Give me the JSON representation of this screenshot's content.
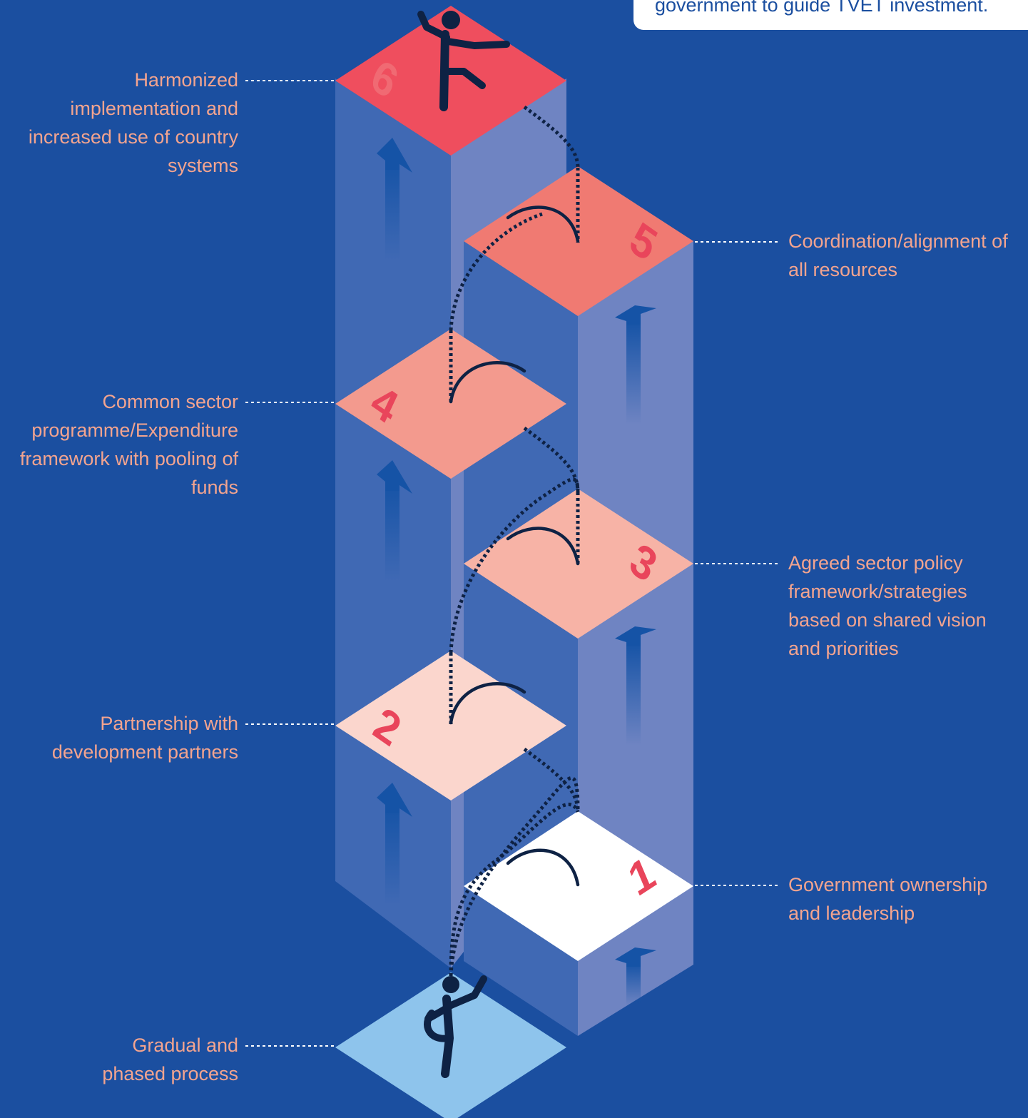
{
  "note": {
    "text": "government to guide TVET investment."
  },
  "steps": [
    {
      "number": "",
      "label": "Gradual and phased process"
    },
    {
      "number": "1",
      "label": "Government ownership and leadership"
    },
    {
      "number": "2",
      "label": "Partnership with development partners"
    },
    {
      "number": "3",
      "label": "Agreed sector policy framework/strategies based on shared vision and priorities"
    },
    {
      "number": "4",
      "label": "Common sector programme/Expenditure framework with pooling of funds"
    },
    {
      "number": "5",
      "label": "Coordination/alignment of all resources"
    },
    {
      "number": "6",
      "label": "Harmonized implementation and increased use of country systems"
    }
  ],
  "colors": {
    "background": "#1b4fa0",
    "pillar_left": "#4069b4",
    "pillar_right": "#6f84c2",
    "arrow": "#1e56a8",
    "person": "#0e2244",
    "label_text": "#f3a48f",
    "number": "#e9455b",
    "step_tops": [
      "#8ec4ec",
      "#ffffff",
      "#fbd6cd",
      "#f7b3a6",
      "#f39a8e",
      "#f07a72",
      "#ef4e5e"
    ]
  },
  "icons": [
    "person-walking-icon",
    "person-climbing-icon",
    "upward-arrow-icon",
    "dotted-jump-path"
  ]
}
